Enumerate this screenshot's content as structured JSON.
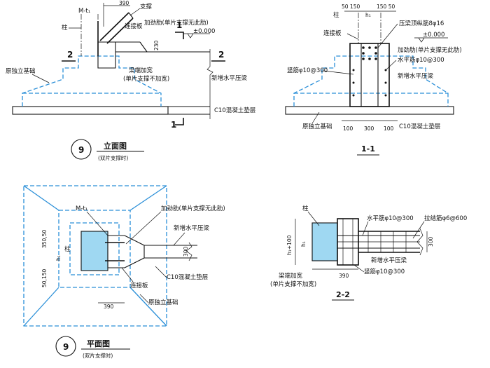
{
  "elevation": {
    "dim_390": "390",
    "brace": "支撑",
    "steel_plate": "M-t₁",
    "column": "柱",
    "connecting_plate": "连接板",
    "stiffener": "加劲肋(单片支撑无此肋)",
    "level": "±0.000",
    "dim_230": "230",
    "section_1_top": "1",
    "section_1_bottom": "1",
    "section_2_left": "2",
    "section_2_right": "2",
    "beam_end_widening": "梁端加宽",
    "beam_end_note": "(单片支撑不加宽)",
    "new_beam": "新增水平压梁",
    "original_footing": "原独立基础",
    "cushion": "C10混凝土垫层",
    "detail_number": "9",
    "title": "立面图",
    "subtitle": "(双片支撑时)"
  },
  "section_1_1": {
    "dim_left": "50 150",
    "dim_right": "150 50",
    "dim_h1": "h₁",
    "column": "柱",
    "connecting_plate": "连接板",
    "top_bars": "压梁顶纵筋8φ16",
    "level": "±0.000",
    "stiffener": "加劲肋(单片支撑无此肋)",
    "horizontal_bars": "水平筋φ10@300",
    "vertical_bars": "竖筋φ10@300",
    "new_beam": "新增水平压梁",
    "original_footing": "原独立基础",
    "cushion": "C10混凝土垫层",
    "dim_100_left": "100",
    "dim_300": "300",
    "dim_100_right": "100",
    "title": "1-1"
  },
  "plan": {
    "steel_plate": "M-t₁",
    "stiffener": "加劲肋(单片支撑无此肋)",
    "new_beam": "新增水平压梁",
    "dim_350_50": "350,50",
    "dim_50_150": "50,150",
    "dim_h1": "h₁",
    "column": "柱",
    "dim_300": "300",
    "cushion": "C10混凝土垫层",
    "connecting_plate": "连接板",
    "original_footing": "原独立基础",
    "dim_390": "390",
    "detail_number": "9",
    "title": "平面图",
    "subtitle": "(双片支撑时)"
  },
  "section_2_2": {
    "column": "柱",
    "horizontal_bars": "水平筋φ10@300",
    "tie_bars": "拉结筋φ6@600",
    "dim_h1_100": "h₁+100",
    "dim_h1": "h₁",
    "new_beam": "新增水平压梁",
    "dim_300": "300",
    "vertical_bars": "竖筋φ10@300",
    "beam_end_widening": "梁端加宽",
    "beam_end_note": "(单片支撑不加宽)",
    "dim_390": "390",
    "title": "2-2"
  }
}
